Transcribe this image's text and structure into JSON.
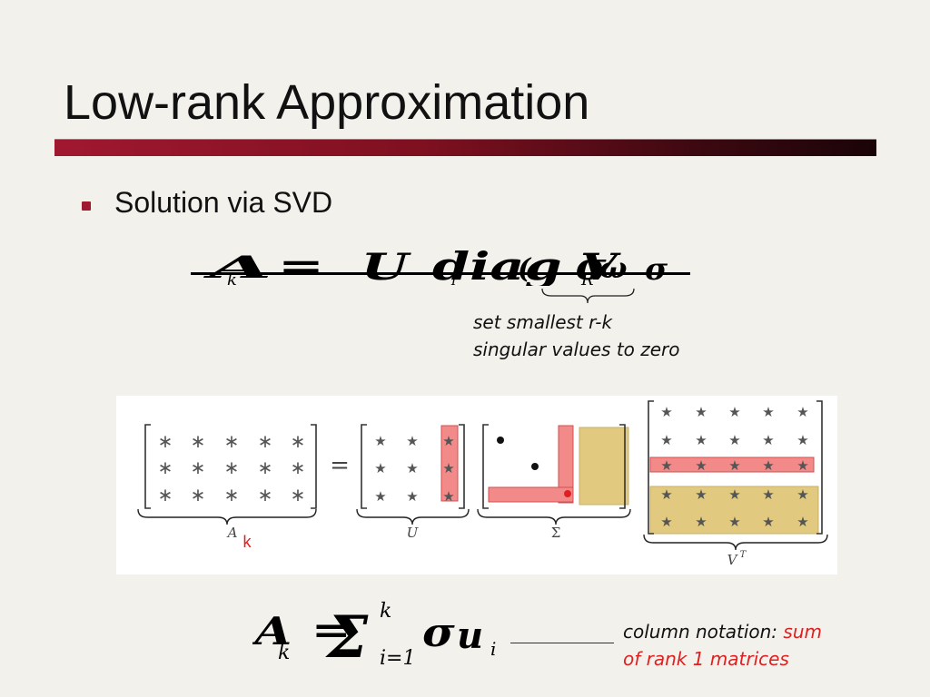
{
  "slide": {
    "title": "Low-rank Approximation",
    "bullet": "Solution via SVD"
  },
  "annotations": {
    "zero_note_line1": "set smallest r-k",
    "zero_note_line2": "singular values to zero",
    "column_note_prefix": "column notation: ",
    "column_note_highlight_1": "sum",
    "column_note_highlight_2": "of rank 1 matrices"
  },
  "figure": {
    "label_A": "A",
    "label_A_subscript": "k",
    "label_U": "U",
    "label_Sigma": "Σ",
    "label_V": "V",
    "label_V_superscript": "T",
    "equals": "=",
    "entry_star": "∗",
    "entry_dot": "•"
  },
  "colors": {
    "title_bar": "#7e1020",
    "bullet": "#a01830",
    "highlight_red": "#f28a8a",
    "highlight_tan": "#e2c980",
    "accent_text": "#e02020"
  }
}
